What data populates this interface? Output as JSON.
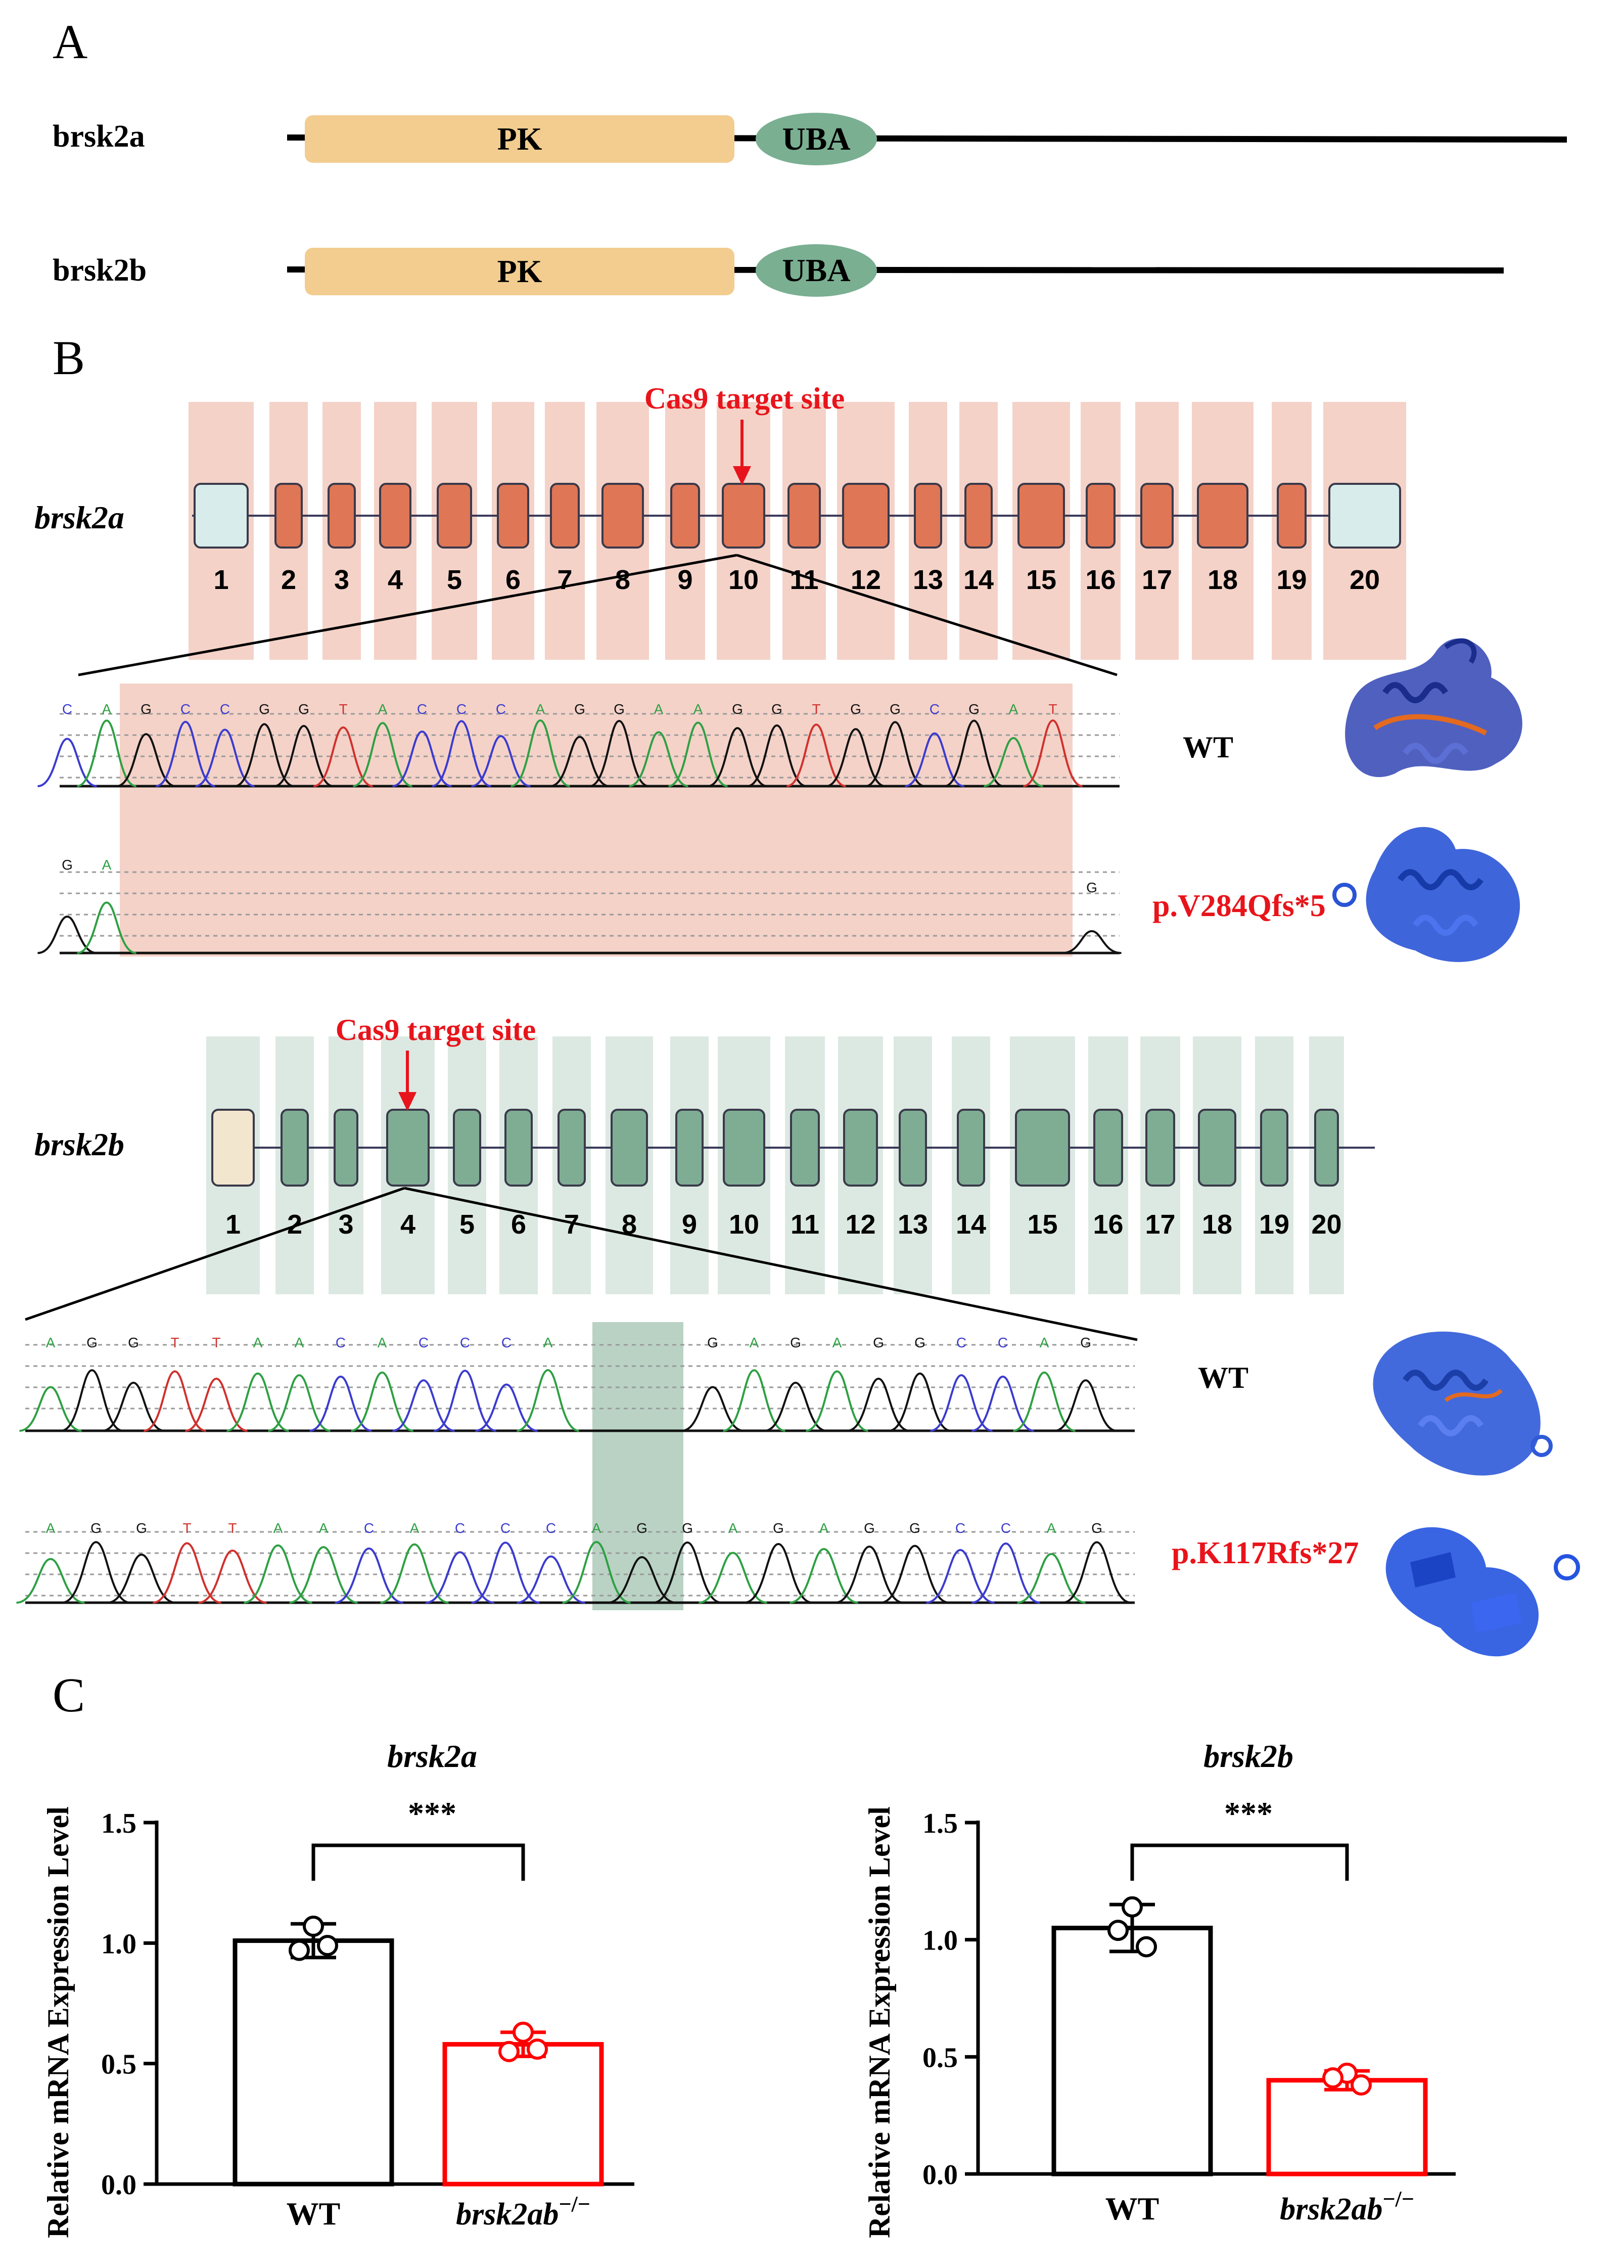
{
  "panel_a": {
    "label": "A",
    "genes": [
      {
        "name": "brsk2a",
        "domains": [
          {
            "label": "PK",
            "color": "#f2cd8f"
          },
          {
            "label": "UBA",
            "color": "#7aaf92"
          }
        ]
      },
      {
        "name": "brsk2b",
        "domains": [
          {
            "label": "PK",
            "color": "#f2cd8f"
          },
          {
            "label": "UBA",
            "color": "#7aaf92"
          }
        ]
      }
    ]
  },
  "panel_b": {
    "label": "B",
    "brsk2a": {
      "gene": "brsk2a",
      "target_label": "Cas9 target site",
      "exons": [
        "1",
        "2",
        "3",
        "4",
        "5",
        "6",
        "7",
        "8",
        "9",
        "10",
        "11",
        "12",
        "13",
        "14",
        "15",
        "16",
        "17",
        "18",
        "19",
        "20"
      ],
      "target_exon": "10",
      "exon_color": "#df7656",
      "highlight_color": "#f4d2c8",
      "wt_bases": [
        "C",
        "A",
        "G",
        "C",
        "C",
        "G",
        "G",
        "T",
        "A",
        "C",
        "C",
        "C",
        "A",
        "G",
        "G",
        "A",
        "A",
        "G",
        "G",
        "T",
        "G",
        "G",
        "C",
        "G",
        "A",
        "T"
      ],
      "mut_bases": [
        "G",
        "A",
        "G"
      ],
      "wt_label": "WT",
      "mutation": "p.V284Qfs*5"
    },
    "brsk2b": {
      "gene": "brsk2b",
      "target_label": "Cas9 target site",
      "exons": [
        "1",
        "2",
        "3",
        "4",
        "5",
        "6",
        "7",
        "8",
        "9",
        "10",
        "11",
        "12",
        "13",
        "14",
        "15",
        "16",
        "17",
        "18",
        "19",
        "20"
      ],
      "target_exon": "4",
      "exon_color": "#7fad94",
      "highlight_color": "#dce9e2",
      "wt_bases": [
        "A",
        "G",
        "G",
        "T",
        "T",
        "A",
        "A",
        "C",
        "A",
        "C",
        "C",
        "C",
        "A",
        "G",
        "A",
        "G",
        "A",
        "G",
        "G",
        "C",
        "C",
        "A",
        "G"
      ],
      "mut_bases": [
        "A",
        "G",
        "G",
        "T",
        "T",
        "A",
        "A",
        "C",
        "A",
        "C",
        "C",
        "C",
        "A",
        "G",
        "G",
        "A",
        "G",
        "A",
        "G",
        "G",
        "C",
        "C",
        "A",
        "G"
      ],
      "wt_label": "WT",
      "mutation": "p.K117Rfs*27"
    }
  },
  "panel_c": {
    "label": "C",
    "significance": "***",
    "y_axis_label": "Relative mRNA Expression Level",
    "mutant_label": "brsk2ab",
    "mutant_superscript": "−/−",
    "colors": {
      "wt": "#000000",
      "mutant": "#ff0000"
    }
  },
  "chart_data": [
    {
      "type": "bar",
      "title": "brsk2a",
      "ylabel": "Relative mRNA Expression Level",
      "categories": [
        "WT",
        "brsk2ab−/−"
      ],
      "values": [
        1.01,
        0.58
      ],
      "error": [
        0.07,
        0.05
      ],
      "points": [
        [
          1.07,
          0.97,
          0.99
        ],
        [
          0.63,
          0.55,
          0.56
        ]
      ],
      "ylim": [
        0,
        1.5
      ],
      "yticks": [
        "0.0",
        "0.5",
        "1.0",
        "1.5"
      ],
      "significance": "***"
    },
    {
      "type": "bar",
      "title": "brsk2b",
      "ylabel": "Relative mRNA Expression Level",
      "categories": [
        "WT",
        "brsk2ab−/−"
      ],
      "values": [
        1.05,
        0.4
      ],
      "error": [
        0.1,
        0.04
      ],
      "points": [
        [
          1.14,
          1.04,
          0.97
        ],
        [
          0.43,
          0.41,
          0.38
        ]
      ],
      "ylim": [
        0,
        1.5
      ],
      "yticks": [
        "0.0",
        "0.5",
        "1.0",
        "1.5"
      ],
      "significance": "***"
    }
  ]
}
